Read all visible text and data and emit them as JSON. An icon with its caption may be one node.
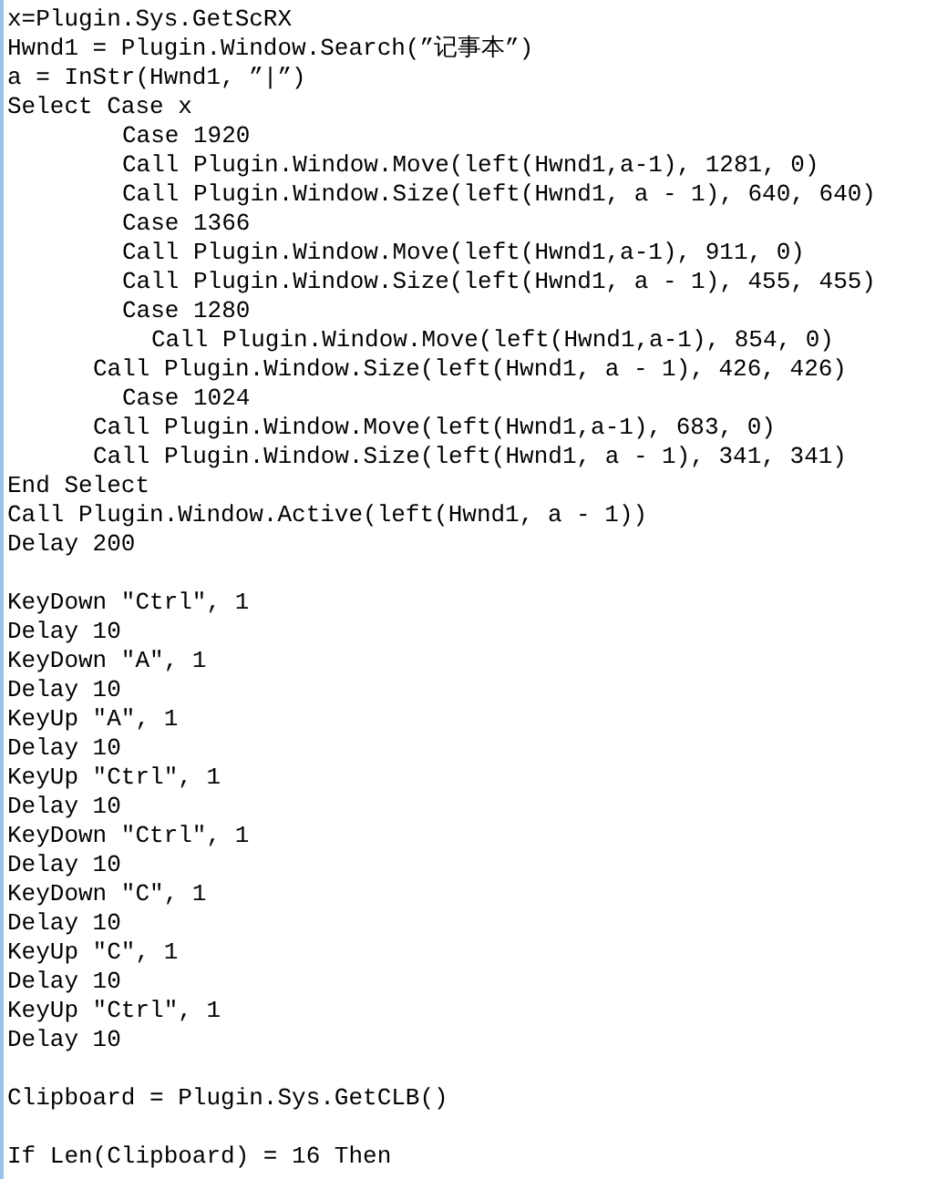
{
  "diagram": {
    "labels": [
      "x=Plugin.Sys.GetScRX",
      "Hwnd1 = Plugin.Window.Search(”记事本”)",
      "a = InStr(Hwnd1, ”|”)",
      "Select Case x",
      "Case 1920",
      "Call Plugin.Window.Move(left(Hwnd1,a-1), 1281, 0)",
      "Call Plugin.Window.Size(left(Hwnd1, a - 1), 640, 640)",
      "Case 1366",
      "Call Plugin.Window.Move(left(Hwnd1,a-1), 911, 0)",
      "Call Plugin.Window.Size(left(Hwnd1, a - 1), 455, 455)",
      "Case 1280",
      "Call Plugin.Window.Move(left(Hwnd1,a-1), 854, 0)",
      "Call Plugin.Window.Size(left(Hwnd1, a - 1), 426, 426)",
      "Case 1024",
      "Call Plugin.Window.Move(left(Hwnd1,a-1), 683, 0)",
      "Call Plugin.Window.Size(left(Hwnd1, a - 1), 341, 341)",
      "End Select",
      "Call Plugin.Window.Active(left(Hwnd1, a - 1))",
      "Delay 200",
      "KeyDown \"Ctrl\", 1",
      "Delay 10",
      "KeyDown \"A\", 1",
      "Delay 10",
      "KeyUp \"A\", 1",
      "Delay 10",
      "KeyUp \"Ctrl\", 1",
      "Delay 10",
      "KeyDown \"Ctrl\", 1",
      "Delay 10",
      "KeyDown \"C\", 1",
      "Delay 10",
      "KeyUp \"C\", 1",
      "Delay 10",
      "KeyUp \"Ctrl\", 1",
      "Delay 10",
      "Clipboard = Plugin.Sys.GetCLB()",
      "If Len(Clipboard) = 16 Then"
    ]
  }
}
